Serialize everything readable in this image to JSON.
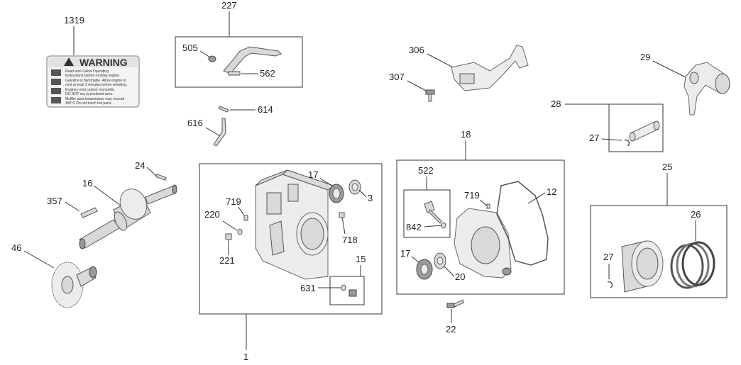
{
  "warning_label": {
    "title": "WARNING",
    "lines": [
      "Read and Follow Operating",
      "Instructions before running engine.",
      "Gasoline is flammable. Allow engine to",
      "cool at least 2 minutes before refueling.",
      "Engines emit carbon monoxide.",
      "DO NOT run in enclosed area.",
      "Muffler area temperature may exceed",
      "150°C  Do not touch hot parts."
    ]
  },
  "callouts": {
    "c1319": "1319",
    "c227": "227",
    "c505": "505",
    "c562": "562",
    "c614": "614",
    "c616": "616",
    "c24": "24",
    "c16": "16",
    "c357": "357",
    "c46": "46",
    "c17a": "17",
    "c3": "3",
    "c719a": "719",
    "c220": "220",
    "c718": "718",
    "c221": "221",
    "c15": "15",
    "c631": "631",
    "c1": "1",
    "c306": "306",
    "c307": "307",
    "c18": "18",
    "c522": "522",
    "c719b": "719",
    "c12": "12",
    "c842": "842",
    "c17b": "17",
    "c20": "20",
    "c22": "22",
    "c29": "29",
    "c28": "28",
    "c27a": "27",
    "c25": "25",
    "c26": "26",
    "c27b": "27"
  }
}
